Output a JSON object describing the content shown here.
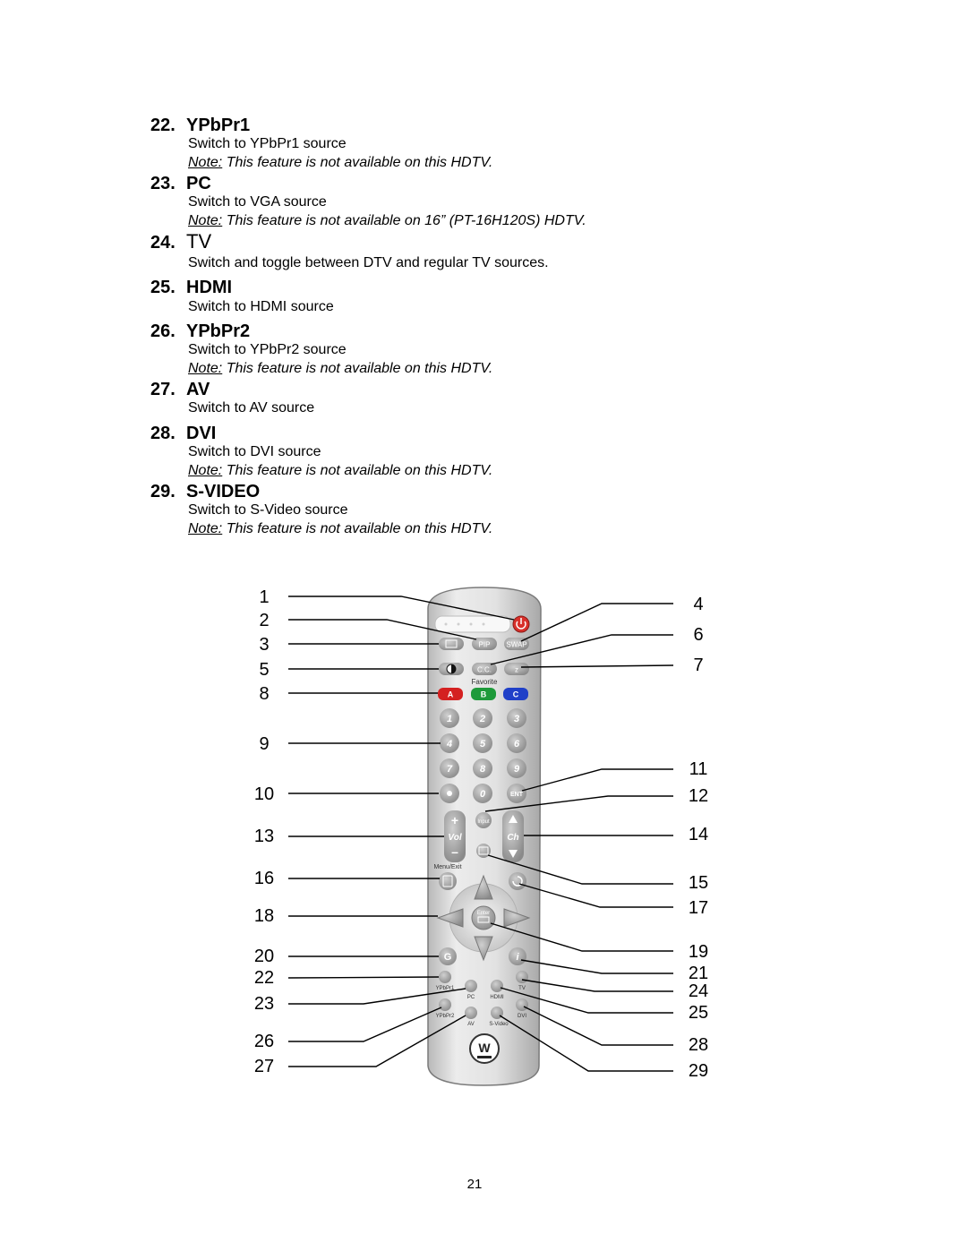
{
  "entries": [
    {
      "number": "22.",
      "title": "YPbPr1",
      "description": "Switch to YPbPr1 source",
      "note_label": "Note:",
      "note_text": " This feature is not available on this HDTV."
    },
    {
      "number": "23.",
      "title": "PC",
      "description": "Switch to VGA source",
      "note_label": "Note:",
      "note_text": " This feature is not available on 16” (PT-16H120S) HDTV."
    },
    {
      "number": "24.",
      "title": "TV",
      "description": "Switch and toggle between DTV and regular TV sources."
    },
    {
      "number": "25.",
      "title": "HDMI",
      "description": "Switch to HDMI source"
    },
    {
      "number": "26.",
      "title": "YPbPr2",
      "description": "Switch to YPbPr2 source",
      "note_label": "Note:",
      "note_text": " This feature is not available on this HDTV."
    },
    {
      "number": "27.",
      "title": "AV",
      "description": "Switch to AV source"
    },
    {
      "number": "28.",
      "title": "DVI",
      "description": "Switch to DVI source",
      "note_label": "Note:",
      "note_text": " This feature is not available on this HDTV."
    },
    {
      "number": "29.",
      "title": "S-VIDEO",
      "description": "Switch to S-Video source",
      "note_label": "Note:",
      "note_text": " This feature is not available on this HDTV."
    }
  ],
  "callouts_left": [
    "1",
    "2",
    "3",
    "5",
    "8",
    "9",
    "10",
    "13",
    "16",
    "18",
    "20",
    "22",
    "23",
    "26",
    "27"
  ],
  "callouts_right": [
    "4",
    "6",
    "7",
    "11",
    "12",
    "14",
    "15",
    "17",
    "19",
    "21",
    "24",
    "25",
    "28",
    "29"
  ],
  "remote": {
    "pip": "PIP",
    "swap": "SWAP",
    "cc": "C.C.",
    "favorite": "Favorite",
    "color_a": "A",
    "color_b": "B",
    "color_c": "C",
    "digits": [
      "1",
      "2",
      "3",
      "4",
      "5",
      "6",
      "7",
      "8",
      "9",
      "0"
    ],
    "ent": "ENT",
    "input": "Input",
    "vol": "Vol",
    "ch": "Ch",
    "menu_exit": "Menu/Exit",
    "enter": "Enter",
    "ypbpr1": "YPbPr1",
    "pc": "PC",
    "hdmi": "HDMI",
    "tv": "TV",
    "ypbpr2": "YPbPr2",
    "av": "AV",
    "svideo": "S-Video",
    "dvi": "DVI",
    "logo": "W"
  },
  "page_number": "21",
  "colors": {
    "power": "#d8302a",
    "color_a": "#d42020",
    "color_b": "#1e9a3a",
    "color_c": "#2040c8",
    "button_gray": "#a8a8a8",
    "remote_body": "#e4e4e4"
  }
}
